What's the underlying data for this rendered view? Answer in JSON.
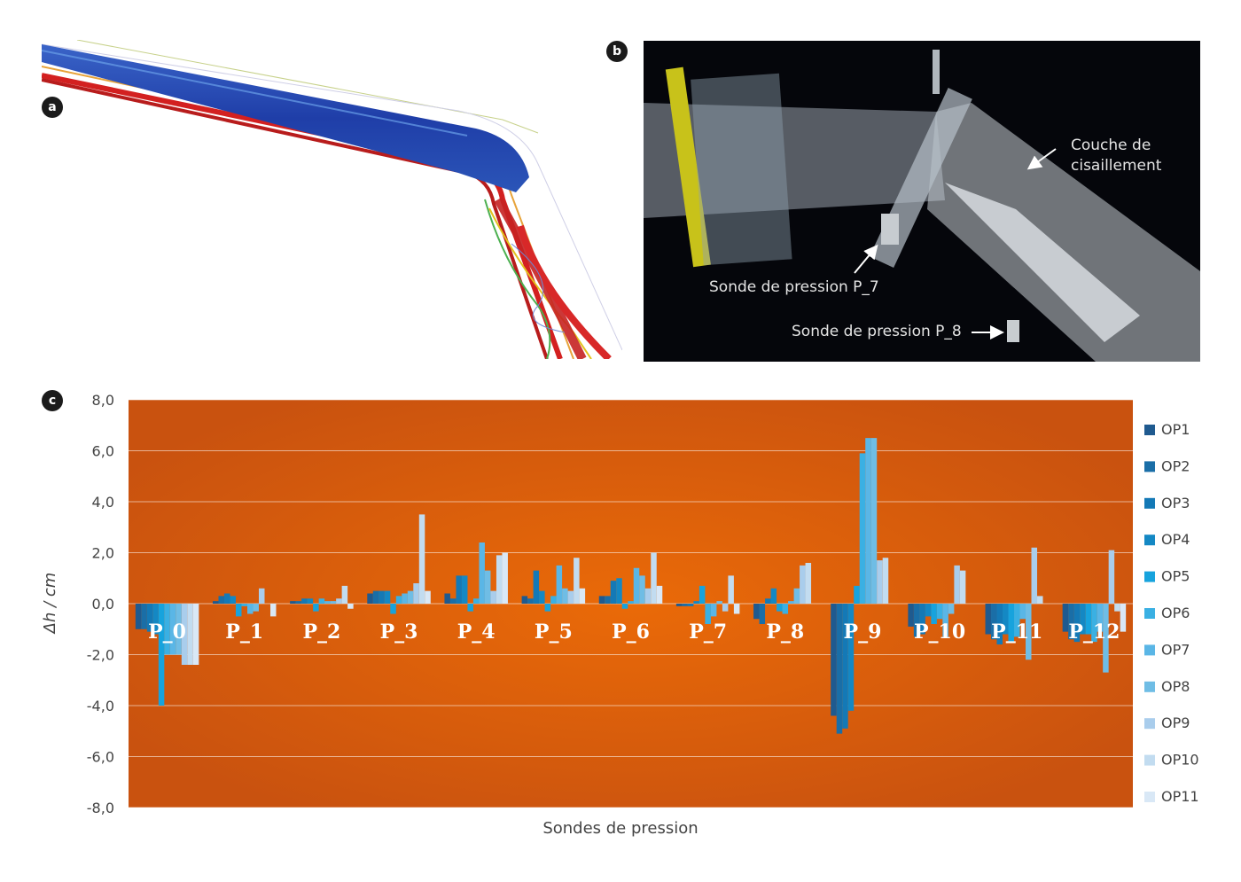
{
  "badges": {
    "a": "a",
    "b": "b",
    "c": "c"
  },
  "photo_labels": {
    "shear_layer": [
      "Couche de",
      "cisaillement"
    ],
    "probe_p7": "Sonde de pression P_7",
    "probe_p8": "Sonde de pression P_8"
  },
  "colors": {
    "plot_bg_center": "#ea6a08",
    "plot_bg_edge": "#c9520f",
    "series": [
      "#1f5a8f",
      "#1a6ea7",
      "#1479b6",
      "#1488c4",
      "#17a3dd",
      "#3ab0e3",
      "#5ab6e6",
      "#6fbde5",
      "#a9cdec",
      "#c2dcf0",
      "#d9e8f6"
    ]
  },
  "chart_data": {
    "type": "bar",
    "xlabel": "Sondes de pression",
    "ylabel": "Δh / cm",
    "ylim": [
      -8,
      8
    ],
    "yticks": [
      "8,0",
      "6,0",
      "4,0",
      "2,0",
      "0,0",
      "-2,0",
      "-4,0",
      "-6,0",
      "-8,0"
    ],
    "grid": true,
    "legend_position": "right",
    "categories": [
      "P_0",
      "P_1",
      "P_2",
      "P_3",
      "P_4",
      "P_5",
      "P_6",
      "P_7",
      "P_8",
      "P_9",
      "P_10",
      "P_11",
      "P_12"
    ],
    "series": [
      {
        "name": "OP1",
        "values": [
          -1.0,
          0.1,
          0.1,
          0.4,
          0.4,
          0.3,
          0.3,
          -0.1,
          -0.6,
          -4.4,
          -0.9,
          -1.2,
          -1.1
        ]
      },
      {
        "name": "OP2",
        "values": [
          -1.0,
          0.3,
          0.1,
          0.5,
          0.2,
          0.2,
          0.3,
          -0.1,
          -0.8,
          -5.1,
          -1.3,
          -1.4,
          -1.4
        ]
      },
      {
        "name": "OP3",
        "values": [
          -1.1,
          0.4,
          0.2,
          0.5,
          1.1,
          1.3,
          0.9,
          -0.1,
          0.2,
          -4.9,
          -1.2,
          -1.6,
          -1.5
        ]
      },
      {
        "name": "OP4",
        "values": [
          -1.2,
          0.3,
          0.2,
          0.5,
          1.1,
          0.5,
          1.0,
          0.1,
          0.6,
          -4.2,
          -0.5,
          -1.2,
          -1.2
        ]
      },
      {
        "name": "OP5",
        "values": [
          -4.0,
          -0.5,
          -0.3,
          -0.4,
          -0.3,
          -0.3,
          -0.2,
          0.7,
          -0.3,
          0.7,
          -0.8,
          -1.5,
          -1.2
        ]
      },
      {
        "name": "OP6",
        "values": [
          -2.0,
          -0.1,
          0.2,
          0.3,
          0.2,
          0.3,
          0.1,
          -0.8,
          -0.4,
          5.9,
          -0.6,
          -1.3,
          -1.5
        ]
      },
      {
        "name": "OP7",
        "values": [
          -2.0,
          -0.4,
          0.1,
          0.4,
          2.4,
          1.5,
          1.4,
          -0.5,
          0.1,
          6.5,
          -1.3,
          -0.6,
          -1.1
        ]
      },
      {
        "name": "OP8",
        "values": [
          -2.0,
          -0.3,
          0.1,
          0.5,
          1.3,
          0.6,
          1.1,
          0.1,
          0.6,
          6.5,
          -0.4,
          -2.2,
          -2.7
        ]
      },
      {
        "name": "OP9",
        "values": [
          -2.4,
          0.6,
          0.2,
          0.8,
          0.5,
          0.5,
          0.6,
          -0.3,
          1.5,
          1.7,
          1.5,
          2.2,
          2.1
        ]
      },
      {
        "name": "OP10",
        "values": [
          -2.4,
          0.0,
          0.7,
          3.5,
          1.9,
          1.8,
          2.0,
          1.1,
          1.6,
          1.8,
          1.3,
          0.3,
          -0.3
        ]
      },
      {
        "name": "OP11",
        "values": [
          -2.4,
          -0.5,
          -0.2,
          0.5,
          2.0,
          0.6,
          0.7,
          -0.4,
          0.0,
          0.0,
          0.0,
          0.0,
          -1.1
        ]
      }
    ]
  }
}
